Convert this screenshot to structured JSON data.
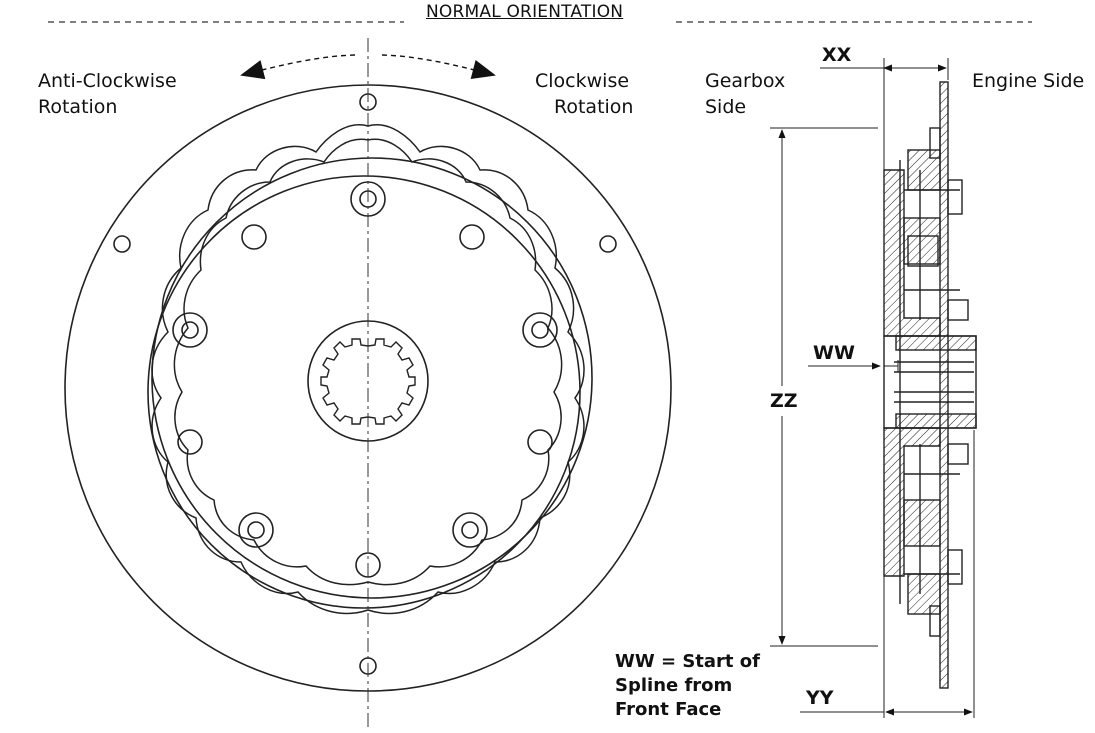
{
  "title": "NORMAL ORIENTATION",
  "labels": {
    "anticlockwise_line1": "Anti-Clockwise",
    "anticlockwise_line2": "Rotation",
    "clockwise_line1": "Clockwise",
    "clockwise_line2": "Rotation",
    "gearbox_line1": "Gearbox",
    "gearbox_line2": "Side",
    "engine_side": "Engine Side"
  },
  "dimensions": {
    "xx": "XX",
    "yy": "YY",
    "zz": "ZZ",
    "ww": "WW"
  },
  "note": {
    "line1": "WW = Start of",
    "line2": "Spline from",
    "line3": "Front Face"
  }
}
